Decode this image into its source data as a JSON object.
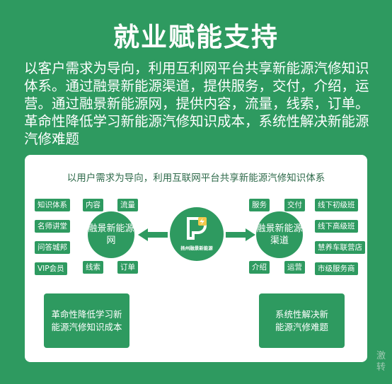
{
  "title": "就业赋能支持",
  "intro": "以客户需求为导向，利用互利网平台共享新能源汽修知识体系。通过融景新能源渠道，提供服务，交付，介绍，运营。通过融景新能源网，提供内容，流量，线索，订单。革命性降低学习新能源汽修知识成本，系统性解决新能源汽修难题",
  "diagram": {
    "heading": "以用户需求为导向，利用互联网平台共享新能源汽修知识体系",
    "left_tags": [
      "知识体系",
      "名师讲堂",
      "问答城邦",
      "VIP会员"
    ],
    "left_circle": "融景新能源网",
    "left_circle_tags": [
      "内容",
      "流量",
      "线索",
      "订单"
    ],
    "center_logo_text": "扬州融景新能源",
    "right_circle": "融景新能源渠道",
    "right_circle_tags": [
      "服务",
      "交付",
      "介绍",
      "运营"
    ],
    "right_tags": [
      "线下初级班",
      "线下高级班",
      "慧养车联营店",
      "市级服务商"
    ],
    "bottom_left": "革命性降低学习新能源汽修知识成本",
    "bottom_right": "系统性解决新能源汽修难题"
  },
  "watermark": "激 转",
  "colors": {
    "green": "#2e9a60",
    "white": "#ffffff"
  }
}
